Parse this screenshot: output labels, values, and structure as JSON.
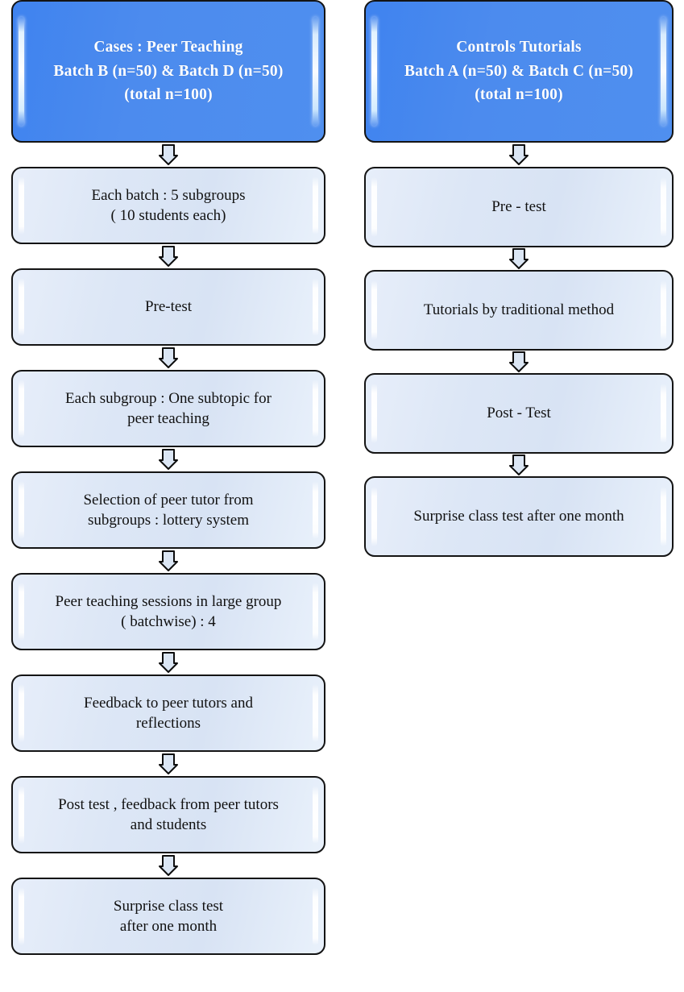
{
  "diagram": {
    "title": "Study design flowchart: peer teaching cases versus tutorial controls",
    "colors": {
      "header_fill": "#4a8bee",
      "header_text": "#ffffff",
      "step_fill": "#dce6f5",
      "outline": "#141414",
      "arrow_fill": "#dbe6f4"
    },
    "arrow_icon_name": "down-arrow-connector"
  },
  "columns": [
    {
      "id": "cases",
      "header": {
        "lines": [
          "Cases : Peer Teaching",
          "Batch  B (n=50) & Batch D (n=50)",
          "(total n=100)"
        ]
      },
      "steps": [
        {
          "lines": [
            "Each batch : 5 subgroups",
            "( 10 students each)"
          ]
        },
        {
          "lines": [
            "Pre-test"
          ]
        },
        {
          "lines": [
            "Each subgroup : One subtopic for",
            "peer teaching"
          ]
        },
        {
          "lines": [
            "Selection of peer tutor from",
            "subgroups : lottery system"
          ]
        },
        {
          "lines": [
            "Peer teaching sessions in large group",
            "( batchwise) : 4"
          ]
        },
        {
          "lines": [
            "Feedback to peer tutors and",
            "reflections"
          ]
        },
        {
          "lines": [
            "Post test , feedback from peer tutors",
            "and students"
          ]
        },
        {
          "lines": [
            "Surprise class test",
            "after one month"
          ]
        }
      ]
    },
    {
      "id": "controls",
      "header": {
        "lines": [
          "Controls  Tutorials",
          "Batch  A (n=50) & Batch C (n=50)",
          "(total n=100)"
        ]
      },
      "steps": [
        {
          "lines": [
            "Pre - test"
          ]
        },
        {
          "lines": [
            "Tutorials by traditional method"
          ]
        },
        {
          "lines": [
            "Post - Test"
          ]
        },
        {
          "lines": [
            "Surprise class test after one month"
          ]
        }
      ]
    }
  ]
}
